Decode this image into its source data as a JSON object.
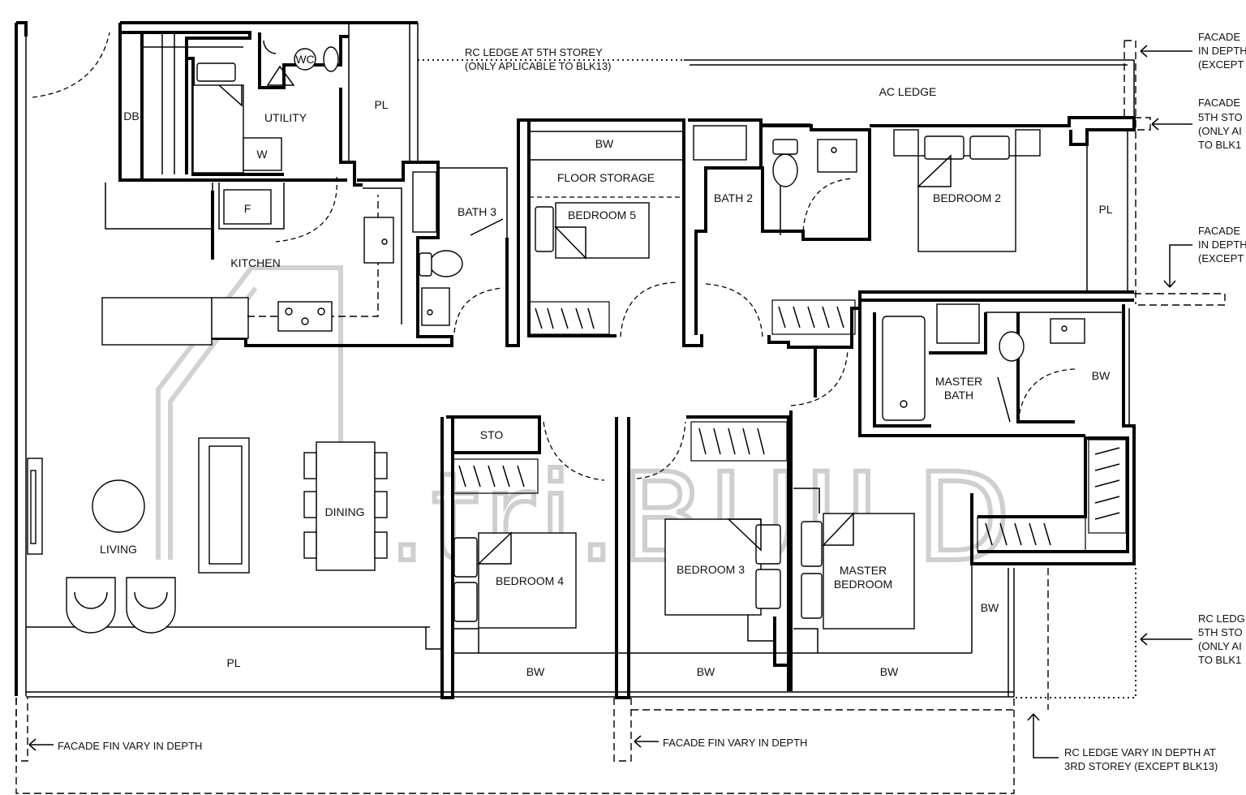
{
  "rooms": {
    "db": "DB",
    "wc": "WC",
    "utility": "UTILITY",
    "w": "W",
    "pl_top": "PL",
    "f": "F",
    "kitchen": "KITCHEN",
    "bath3": "BATH 3",
    "bw_store": "BW",
    "floor_storage": "FLOOR STORAGE",
    "bedroom5": "BEDROOM 5",
    "bath2": "BATH 2",
    "bedroom2": "BEDROOM 2",
    "ac_ledge": "AC LEDGE",
    "pl_right": "PL",
    "master_bath_1": "MASTER",
    "master_bath_2": "BATH",
    "bw_master_bath": "BW",
    "sto": "STO",
    "dining": "DINING",
    "living": "LIVING",
    "bedroom4": "BEDROOM 4",
    "bedroom3": "BEDROOM 3",
    "master_bedroom_1": "MASTER",
    "master_bedroom_2": "BEDROOM",
    "bw_right": "BW",
    "pl_bottom": "PL",
    "bw_b4": "BW",
    "bw_b3": "BW",
    "bw_mb": "BW"
  },
  "notes": {
    "rc_ledge_5th_1": "RC LEDGE AT 5TH STOREY",
    "rc_ledge_5th_2": "(ONLY APLICABLE TO BLK13)",
    "facade_tr_1": "FACADE",
    "facade_tr_2": "IN DEPTH",
    "facade_tr_3": "(EXCEPT",
    "facade_tr2_1": "FACADE",
    "facade_tr2_2": "5TH STO",
    "facade_tr2_3": "(ONLY AI",
    "facade_tr2_4": "TO BLK1",
    "facade_mr_1": "FACADE",
    "facade_mr_2": "IN DEPTH",
    "facade_mr_3": "(EXCEPT",
    "rc_ledge_r_1": "RC LEDG",
    "rc_ledge_r_2": "5TH STO",
    "rc_ledge_r_3": "(ONLY AI",
    "rc_ledge_r_4": "TO BLK1",
    "facade_fin_left": "FACADE FIN VARY IN DEPTH",
    "facade_fin_mid": "FACADE FIN VARY IN DEPTH",
    "rc_ledge_3rd_1": "RC LEDGE VARY IN DEPTH AT",
    "rc_ledge_3rd_2": "3RD STOREY (EXCEPT BLK13)"
  },
  "watermark": "a.tri.BUILD"
}
